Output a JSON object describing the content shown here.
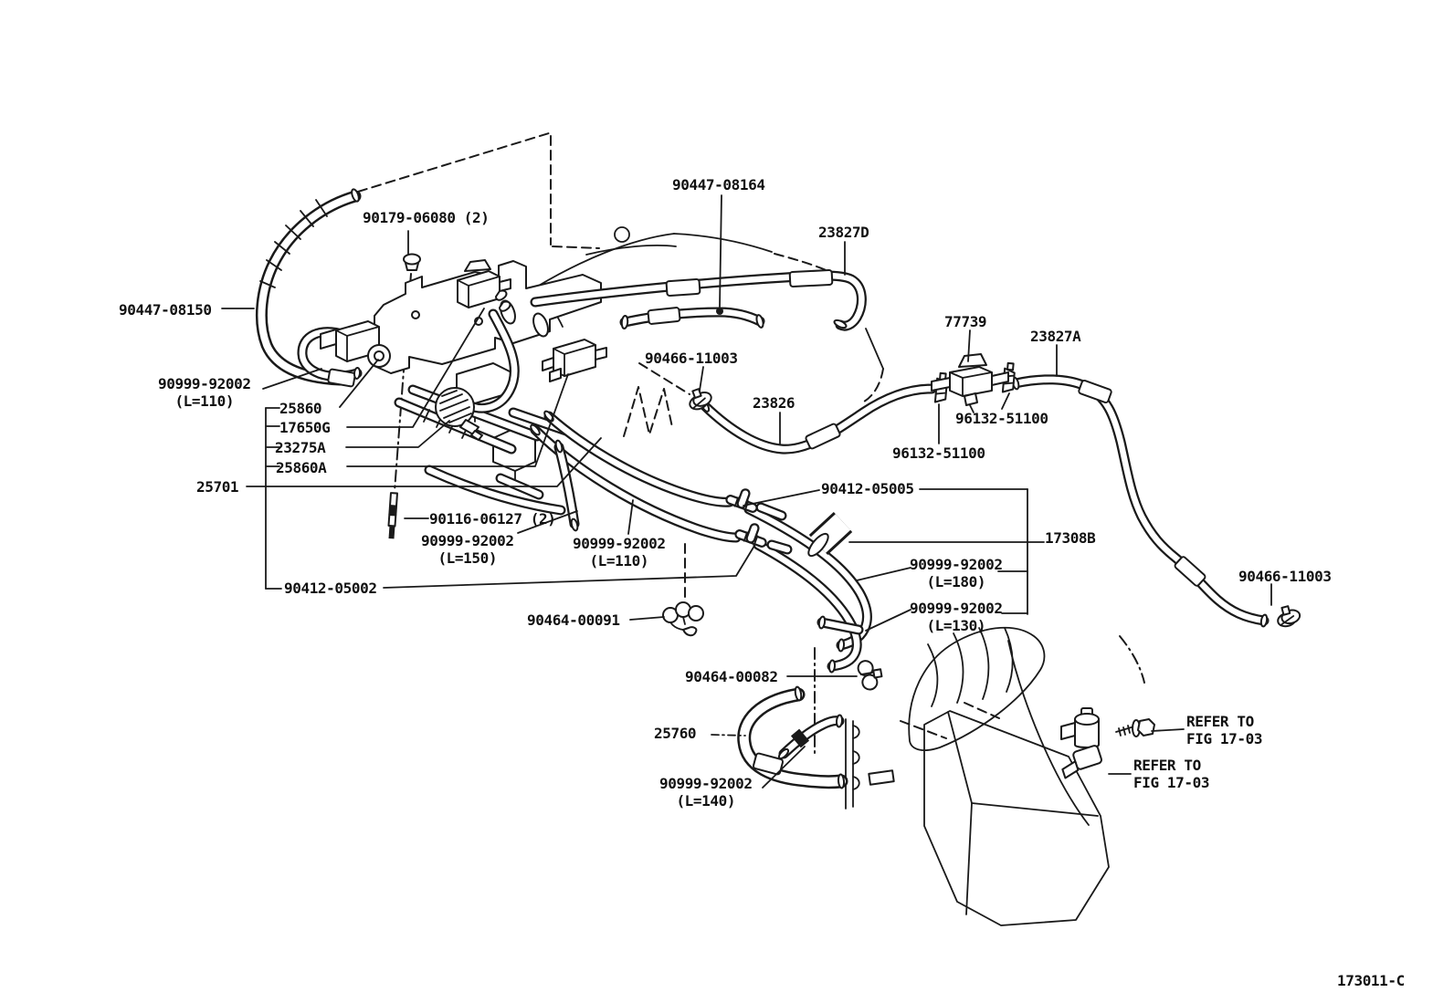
{
  "diagram": {
    "figure_code": "173011-C",
    "colors": {
      "background": "#ffffff",
      "ink": "#1a1a1a"
    },
    "labels": [
      {
        "id": "90179-06080-x2",
        "line1": "90179-06080 (2)"
      },
      {
        "id": "90447-08150",
        "line1": "90447-08150"
      },
      {
        "id": "90999-92002-L110-a",
        "line1": "90999-92002",
        "line2": "(L=110)"
      },
      {
        "id": "25860",
        "line1": "25860"
      },
      {
        "id": "17650G",
        "line1": "17650G"
      },
      {
        "id": "23275A",
        "line1": "23275A"
      },
      {
        "id": "25860A",
        "line1": "25860A"
      },
      {
        "id": "25701",
        "line1": "25701"
      },
      {
        "id": "90116-06127-x2",
        "line1": "90116-06127 (2)"
      },
      {
        "id": "90999-92002-L150",
        "line1": "90999-92002",
        "line2": "(L=150)"
      },
      {
        "id": "90999-92002-L110-b",
        "line1": "90999-92002",
        "line2": "(L=110)"
      },
      {
        "id": "90412-05002",
        "line1": "90412-05002"
      },
      {
        "id": "90464-00091",
        "line1": "90464-00091"
      },
      {
        "id": "90447-08164",
        "line1": "90447-08164"
      },
      {
        "id": "23827D",
        "line1": "23827D"
      },
      {
        "id": "90466-11003-a",
        "line1": "90466-11003"
      },
      {
        "id": "23826",
        "line1": "23826"
      },
      {
        "id": "77739",
        "line1": "77739"
      },
      {
        "id": "23827A",
        "line1": "23827A"
      },
      {
        "id": "96132-51100-a",
        "line1": "96132-51100"
      },
      {
        "id": "96132-51100-b",
        "line1": "96132-51100"
      },
      {
        "id": "90412-05005",
        "line1": "90412-05005"
      },
      {
        "id": "17308B",
        "line1": "17308B"
      },
      {
        "id": "90999-92002-L180",
        "line1": "90999-92002",
        "line2": "(L=180)"
      },
      {
        "id": "90999-92002-L130",
        "line1": "90999-92002",
        "line2": "(L=130)"
      },
      {
        "id": "90466-11003-b",
        "line1": "90466-11003"
      },
      {
        "id": "90464-00082",
        "line1": "90464-00082"
      },
      {
        "id": "25760",
        "line1": "25760"
      },
      {
        "id": "90999-92002-L140",
        "line1": "90999-92002",
        "line2": "(L=140)"
      },
      {
        "id": "refer-fig-a",
        "line1": "REFER TO",
        "line2": "FIG 17-03"
      },
      {
        "id": "refer-fig-b",
        "line1": "REFER TO",
        "line2": "FIG 17-03"
      },
      {
        "id": "figure-code",
        "line1": "173011-C"
      }
    ]
  }
}
